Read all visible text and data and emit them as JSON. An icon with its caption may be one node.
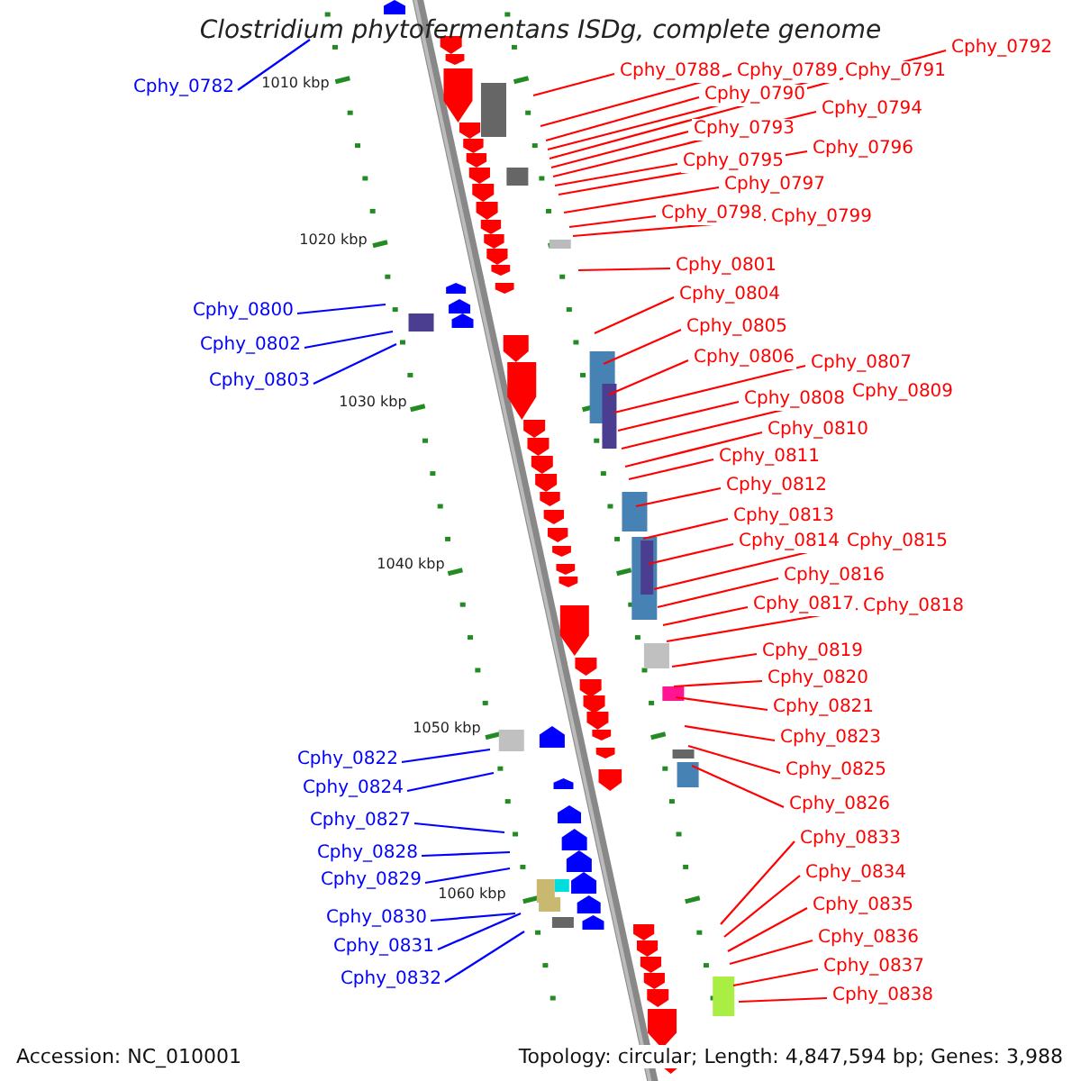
{
  "diagram": {
    "title": "Clostridium phytofermentans ISDg, complete genome",
    "nodes": [
      {
        "text": [
          "Cphy_0782"
        ]
      },
      {
        "text": [
          "Cphy_0788"
        ]
      },
      {
        "text": [
          "Cphy_0789"
        ]
      },
      {
        "text": [
          "Cphy_0790"
        ]
      },
      {
        "text": [
          "Cphy_0791"
        ]
      },
      {
        "text": [
          "Cphy_0792"
        ]
      },
      {
        "text": [
          "Cphy_0793"
        ]
      },
      {
        "text": [
          "Cphy_0794"
        ]
      },
      {
        "text": [
          "Cphy_0795"
        ]
      },
      {
        "text": [
          "Cphy_0796"
        ]
      },
      {
        "text": [
          "Cphy_0797"
        ]
      },
      {
        "text": [
          "Cphy_0798"
        ]
      },
      {
        "text": [
          "Cphy_0799"
        ]
      },
      {
        "text": [
          "Cphy_0800"
        ]
      },
      {
        "text": [
          "Cphy_0801"
        ]
      },
      {
        "text": [
          "Cphy_0802"
        ]
      },
      {
        "text": [
          "Cphy_0803"
        ]
      },
      {
        "text": [
          "Cphy_0804"
        ]
      },
      {
        "text": [
          "Cphy_0805"
        ]
      },
      {
        "text": [
          "Cphy_0806"
        ]
      },
      {
        "text": [
          "Cphy_0807"
        ]
      },
      {
        "text": [
          "Cphy_0808"
        ]
      },
      {
        "text": [
          "Cphy_0809"
        ]
      },
      {
        "text": [
          "Cphy_0810"
        ]
      },
      {
        "text": [
          "Cphy_0811"
        ]
      },
      {
        "text": [
          "Cphy_0812"
        ]
      },
      {
        "text": [
          "Cphy_0813"
        ]
      },
      {
        "text": [
          "Cphy_0814"
        ]
      },
      {
        "text": [
          "Cphy_0815"
        ]
      },
      {
        "text": [
          "Cphy_0816"
        ]
      },
      {
        "text": [
          "Cphy_0817"
        ]
      },
      {
        "text": [
          "Cphy_0818"
        ]
      },
      {
        "text": [
          "Cphy_0819"
        ]
      },
      {
        "text": [
          "Cphy_0820"
        ]
      },
      {
        "text": [
          "Cphy_0821"
        ]
      },
      {
        "text": [
          "Cphy_0822"
        ]
      },
      {
        "text": [
          "Cphy_0823"
        ]
      },
      {
        "text": [
          "Cphy_0824"
        ]
      },
      {
        "text": [
          "Cphy_0825"
        ]
      },
      {
        "text": [
          "Cphy_0826"
        ]
      },
      {
        "text": [
          "Cphy_0827"
        ]
      },
      {
        "text": [
          "Cphy_0828"
        ]
      },
      {
        "text": [
          "Cphy_0829"
        ]
      },
      {
        "text": [
          "Cphy_0830"
        ]
      },
      {
        "text": [
          "Cphy_0831"
        ]
      },
      {
        "text": [
          "Cphy_0832"
        ]
      },
      {
        "text": [
          "Cphy_0833"
        ]
      },
      {
        "text": [
          "Cphy_0834"
        ]
      },
      {
        "text": [
          "Cphy_0835"
        ]
      },
      {
        "text": [
          "Cphy_0836"
        ]
      },
      {
        "text": [
          "Cphy_0837"
        ]
      },
      {
        "text": [
          "Cphy_0838"
        ]
      }
    ],
    "edges": [
      {
        "from": 0,
        "to": null,
        "arrow": "none",
        "color": "#0000ff"
      },
      {
        "from": 1,
        "to": null,
        "arrow": "none"
      },
      {
        "from": 2,
        "to": null,
        "arrow": "none"
      },
      {
        "from": 3,
        "to": null,
        "arrow": "none"
      },
      {
        "from": 4,
        "to": null,
        "arrow": "none"
      },
      {
        "from": 5,
        "to": null,
        "arrow": "none"
      },
      {
        "from": 6,
        "to": null,
        "arrow": "none"
      },
      {
        "from": 7,
        "to": null,
        "arrow": "none"
      },
      {
        "from": 8,
        "to": null,
        "arrow": "none"
      },
      {
        "from": 9,
        "to": null,
        "arrow": "none"
      },
      {
        "from": 10,
        "to": null,
        "arrow": "none"
      },
      {
        "from": 11,
        "to": null,
        "arrow": "none"
      },
      {
        "from": 12,
        "to": null,
        "arrow": "none"
      },
      {
        "from": 13,
        "to": null,
        "arrow": "none",
        "color": "#0000ff"
      },
      {
        "from": 14,
        "to": null,
        "arrow": "none"
      },
      {
        "from": 15,
        "to": null,
        "arrow": "none",
        "color": "#0000ff"
      },
      {
        "from": 16,
        "to": null,
        "arrow": "none",
        "color": "#0000ff"
      },
      {
        "from": 17,
        "to": null,
        "arrow": "none"
      },
      {
        "from": 18,
        "to": null,
        "arrow": "none"
      },
      {
        "from": 19,
        "to": null,
        "arrow": "none"
      },
      {
        "from": 20,
        "to": null,
        "arrow": "none"
      },
      {
        "from": 21,
        "to": null,
        "arrow": "none"
      },
      {
        "from": 22,
        "to": null,
        "arrow": "none"
      },
      {
        "from": 23,
        "to": null,
        "arrow": "none"
      },
      {
        "from": 24,
        "to": null,
        "arrow": "none"
      },
      {
        "from": 25,
        "to": null,
        "arrow": "none"
      },
      {
        "from": 26,
        "to": null,
        "arrow": "none"
      },
      {
        "from": 27,
        "to": null,
        "arrow": "none"
      },
      {
        "from": 28,
        "to": null,
        "arrow": "none"
      },
      {
        "from": 29,
        "to": null,
        "arrow": "none"
      },
      {
        "from": 30,
        "to": null,
        "arrow": "none"
      },
      {
        "from": 31,
        "to": null,
        "arrow": "none"
      },
      {
        "from": 32,
        "to": null,
        "arrow": "none"
      },
      {
        "from": 33,
        "to": null,
        "arrow": "none"
      },
      {
        "from": 34,
        "to": null,
        "arrow": "none"
      },
      {
        "from": 35,
        "to": null,
        "arrow": "none",
        "color": "#0000ff"
      },
      {
        "from": 36,
        "to": null,
        "arrow": "none"
      },
      {
        "from": 37,
        "to": null,
        "arrow": "none",
        "color": "#0000ff"
      },
      {
        "from": 38,
        "to": null,
        "arrow": "none"
      },
      {
        "from": 39,
        "to": null,
        "arrow": "none"
      },
      {
        "from": 40,
        "to": null,
        "arrow": "none",
        "color": "#0000ff"
      },
      {
        "from": 41,
        "to": null,
        "arrow": "none",
        "color": "#0000ff"
      },
      {
        "from": 42,
        "to": null,
        "arrow": "none",
        "color": "#0000ff"
      },
      {
        "from": 43,
        "to": null,
        "arrow": "none",
        "color": "#0000ff"
      },
      {
        "from": 44,
        "to": null,
        "arrow": "none",
        "color": "#0000ff"
      },
      {
        "from": 45,
        "to": null,
        "arrow": "none",
        "color": "#0000ff"
      },
      {
        "from": 46,
        "to": null,
        "arrow": "none"
      },
      {
        "from": 47,
        "to": null,
        "arrow": "none"
      },
      {
        "from": 48,
        "to": null,
        "arrow": "none"
      },
      {
        "from": 49,
        "to": null,
        "arrow": "none"
      },
      {
        "from": 50,
        "to": null,
        "arrow": "none"
      },
      {
        "from": 51,
        "to": null,
        "arrow": "none"
      }
    ],
    "labels": [
      "1010 kbp",
      "1020 kbp",
      "1030 kbp",
      "1040 kbp",
      "1050 kbp",
      "1060 kbp",
      "Accession: NC_010001",
      "Topology: circular; Length: 4,847,594 bp; Genes: 3,988"
    ]
  }
}
